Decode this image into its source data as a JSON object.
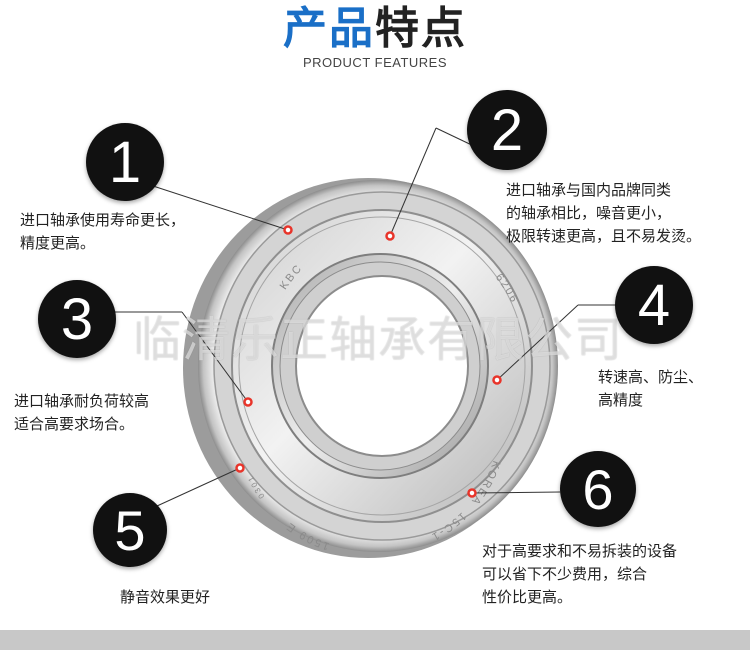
{
  "header": {
    "title_part1": "产品",
    "title_part2": "特点",
    "subtitle": "PRODUCT FEATURES"
  },
  "features": [
    {
      "number": "1",
      "lines": [
        "进口轴承使用寿命更长，",
        "精度更高。"
      ]
    },
    {
      "number": "2",
      "lines": [
        "进口轴承与国内品牌同类",
        "的轴承相比，噪音更小，",
        "极限转速更高，且不易发烫。"
      ]
    },
    {
      "number": "3",
      "lines": [
        "进口轴承耐负荷较高",
        "适合高要求场合。"
      ]
    },
    {
      "number": "4",
      "lines": [
        "转速高、防尘、",
        "高精度"
      ]
    },
    {
      "number": "5",
      "lines": [
        "静音效果更好"
      ]
    },
    {
      "number": "6",
      "lines": [
        "对于高要求和不易拆装的设备",
        "可以省下不少费用，综合",
        "性价比更高。"
      ]
    }
  ],
  "bearing_markings": {
    "brand": "KBC",
    "model": "6206",
    "country": "KOREA",
    "code": "15C-1",
    "reverse_top": "6206",
    "reverse_bottom": "1509 E",
    "lot": "0301"
  },
  "watermark": "临清乐正轴承有限公司",
  "colors": {
    "title_accent": "#1a6fc7",
    "badge": "#111111",
    "marker_dot": "#e8342a",
    "leader_line": "#333333",
    "bottom_bar": "#c8c8c8"
  }
}
